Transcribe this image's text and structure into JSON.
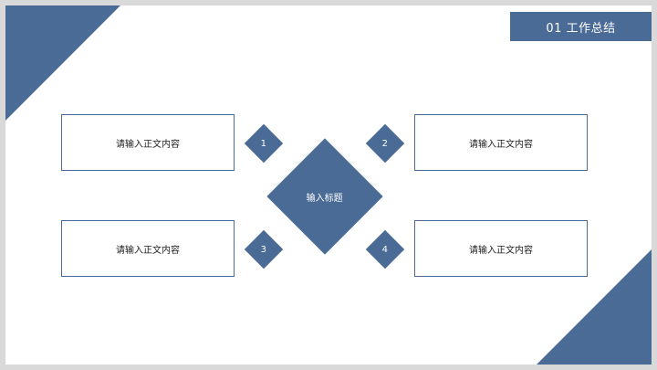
{
  "header": {
    "title": "01 工作总结"
  },
  "center": {
    "label": "输入标题"
  },
  "items": [
    {
      "number": "1",
      "text": "请输入正文内容"
    },
    {
      "number": "2",
      "text": "请输入正文内容"
    },
    {
      "number": "3",
      "text": "请输入正文内容"
    },
    {
      "number": "4",
      "text": "请输入正文内容"
    }
  ],
  "colors": {
    "accent": "#4a6b96",
    "frame": "#d9d9d9",
    "background": "#ffffff"
  }
}
